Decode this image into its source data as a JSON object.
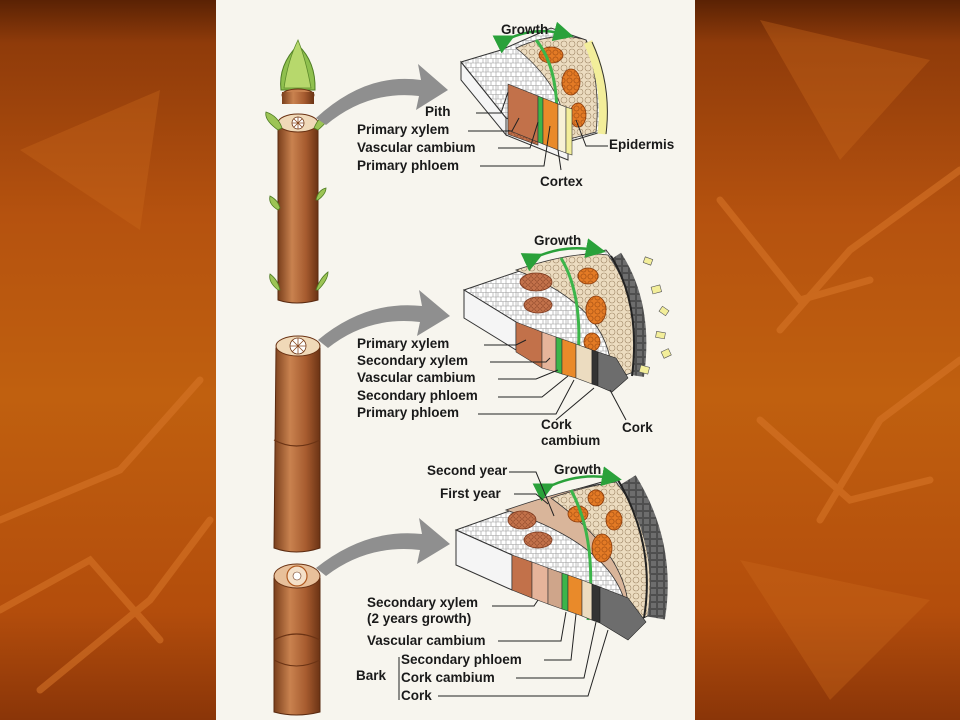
{
  "panel_top": {
    "growth": "Growth",
    "pith": "Pith",
    "primary_xylem": "Primary xylem",
    "vascular_cambium": "Vascular cambium",
    "primary_phloem": "Primary phloem",
    "epidermis": "Epidermis",
    "cortex": "Cortex"
  },
  "panel_middle": {
    "growth": "Growth",
    "primary_xylem": "Primary xylem",
    "secondary_xylem": "Secondary xylem",
    "vascular_cambium": "Vascular cambium",
    "secondary_phloem": "Secondary phloem",
    "primary_phloem": "Primary phloem",
    "cork_cambium_1": "Cork",
    "cork_cambium_2": "cambium",
    "cork": "Cork"
  },
  "panel_bottom": {
    "growth": "Growth",
    "second_year": "Second year",
    "first_year": "First year",
    "secondary_xylem_1": "Secondary xylem",
    "secondary_xylem_2": "(2 years growth)",
    "vascular_cambium": "Vascular cambium",
    "bark": "Bark",
    "secondary_phloem": "Secondary phloem",
    "cork_cambium": "Cork cambium",
    "cork": "Cork"
  },
  "colors": {
    "xylem": "#c8754a",
    "cambium": "#3cb54a",
    "phloem": "#e98a2a",
    "pith": "#ffffff",
    "cork": "#555555",
    "epidermis": "#f3ee9a",
    "stem": "#b76a3c"
  }
}
